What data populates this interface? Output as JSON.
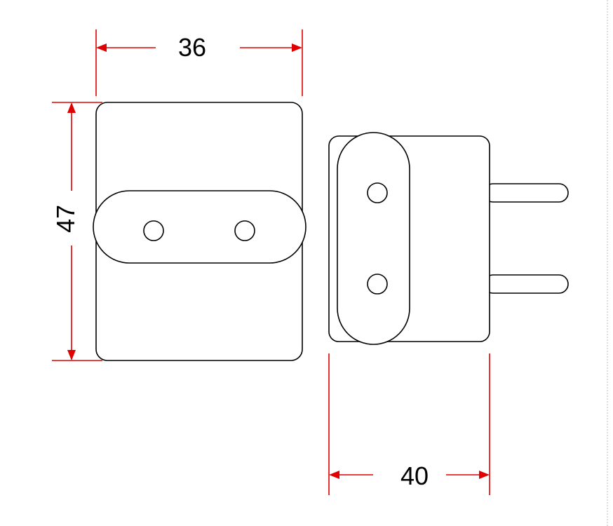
{
  "diagram": {
    "dimensions": {
      "front_width": "36",
      "front_height": "47",
      "side_depth": "40"
    },
    "colors": {
      "dimension_line": "#e00000",
      "outline": "#000000",
      "background": "#ffffff"
    }
  }
}
